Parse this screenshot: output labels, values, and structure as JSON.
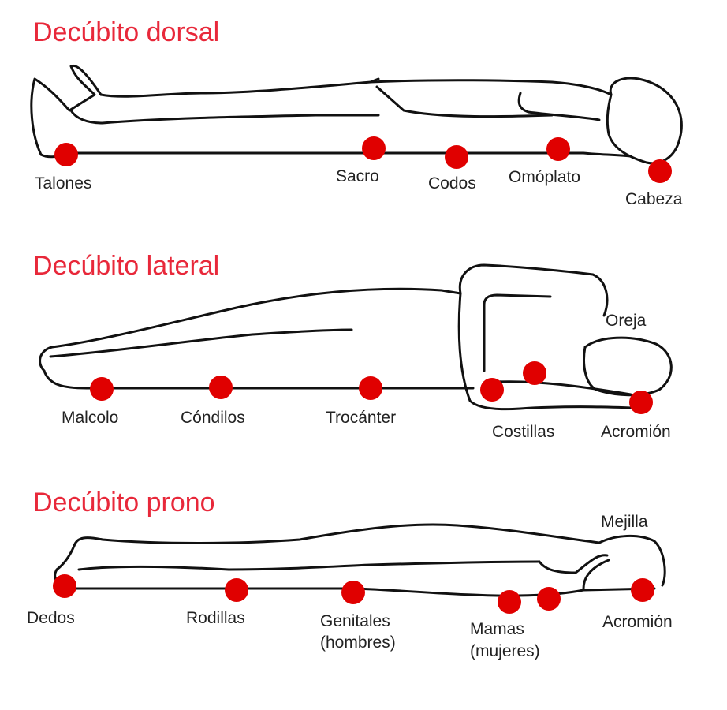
{
  "colors": {
    "title": "#e8283a",
    "pressure_point": "#e00000",
    "outline": "#111111"
  },
  "sections": [
    {
      "title": "Decúbito dorsal",
      "points": [
        {
          "label": "Talones"
        },
        {
          "label": "Sacro"
        },
        {
          "label": "Codos"
        },
        {
          "label": "Omóplato"
        },
        {
          "label": "Cabeza"
        }
      ]
    },
    {
      "title": "Decúbito lateral",
      "extra_label": "Oreja",
      "points": [
        {
          "label": "Malcolo"
        },
        {
          "label": "Cóndilos"
        },
        {
          "label": "Trocánter"
        },
        {
          "label": "Costillas"
        },
        {
          "label": "Acromión"
        }
      ]
    },
    {
      "title": "Decúbito prono",
      "extra_label": "Mejilla",
      "points": [
        {
          "label": "Dedos"
        },
        {
          "label": "Rodillas"
        },
        {
          "label": "Genitales",
          "label2": "(hombres)"
        },
        {
          "label": "Mamas",
          "label2": "(mujeres)"
        },
        {
          "label": "Acromión"
        }
      ]
    }
  ]
}
